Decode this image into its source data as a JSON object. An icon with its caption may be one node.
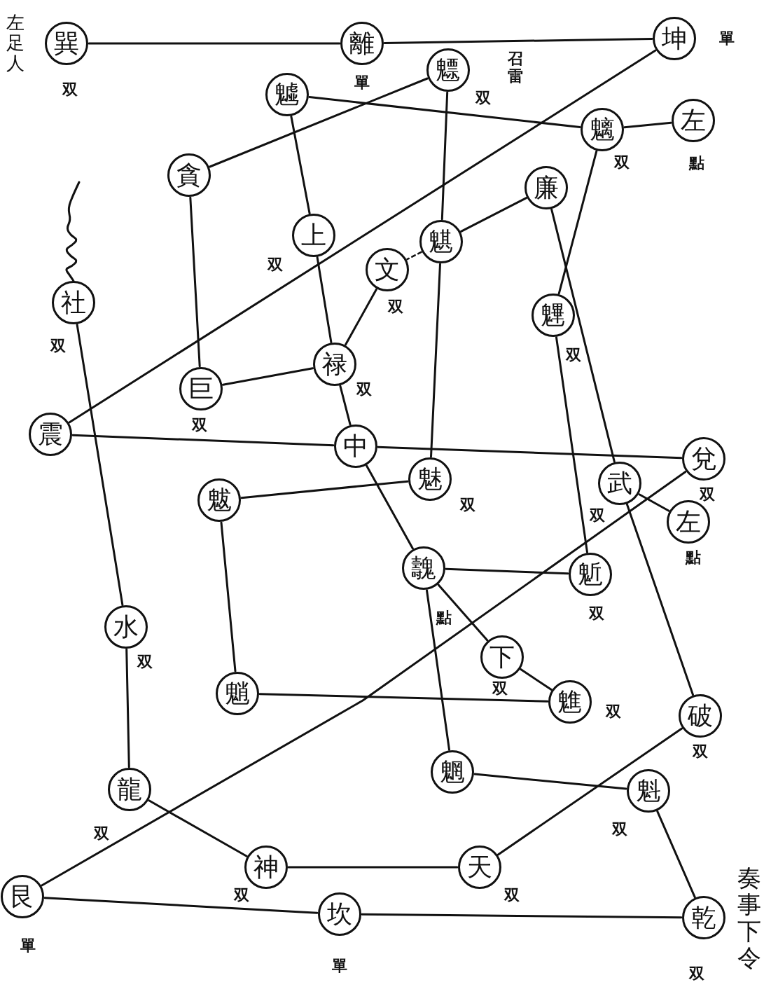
{
  "diagram": {
    "nodes": [
      {
        "text": [
          "巽"
        ],
        "beside": [
          "双"
        ]
      },
      {
        "text": [
          "離"
        ],
        "beside": [
          "單"
        ]
      },
      {
        "text": [
          "坤"
        ],
        "beside": [
          "單"
        ]
      },
      {
        "text": [
          "魖"
        ]
      },
      {
        "text": [
          "魒"
        ],
        "beside": [
          "召雷",
          "双"
        ]
      },
      {
        "text": [
          "魑"
        ],
        "beside": [
          "双"
        ]
      },
      {
        "text": [
          "左"
        ],
        "beside": [
          "點"
        ]
      },
      {
        "text": [
          "貪"
        ]
      },
      {
        "text": [
          "廉"
        ]
      },
      {
        "text": [
          "魌"
        ]
      },
      {
        "text": [
          "上"
        ],
        "beside": [
          "双"
        ]
      },
      {
        "text": [
          "文"
        ],
        "beside": [
          "双"
        ]
      },
      {
        "text": [
          "社"
        ],
        "beside": [
          "双"
        ]
      },
      {
        "text": [
          "魓"
        ],
        "beside": [
          "双"
        ]
      },
      {
        "text": [
          "禄"
        ],
        "beside": [
          "双"
        ]
      },
      {
        "text": [
          "巨"
        ],
        "beside": [
          "双"
        ]
      },
      {
        "text": [
          "震"
        ]
      },
      {
        "text": [
          "中"
        ]
      },
      {
        "text": [
          "兌"
        ],
        "beside": [
          "双"
        ]
      },
      {
        "text": [
          "魅"
        ],
        "beside": [
          "双"
        ]
      },
      {
        "text": [
          "武"
        ],
        "beside": [
          "双"
        ]
      },
      {
        "text": [
          "魃"
        ]
      },
      {
        "text": [
          "左"
        ],
        "beside": [
          "點"
        ]
      },
      {
        "text": [
          "魗"
        ],
        "beside": [
          "點"
        ]
      },
      {
        "text": [
          "鬿"
        ],
        "beside": [
          "双"
        ]
      },
      {
        "text": [
          "水"
        ],
        "beside": [
          "双"
        ]
      },
      {
        "text": [
          "下"
        ],
        "beside": [
          "双"
        ]
      },
      {
        "text": [
          "魈"
        ]
      },
      {
        "text": [
          "魋"
        ],
        "beside": [
          "双"
        ]
      },
      {
        "text": [
          "破"
        ],
        "beside": [
          "双"
        ]
      },
      {
        "text": [
          "魍"
        ]
      },
      {
        "text": [
          "魁"
        ],
        "beside": [
          "双"
        ]
      },
      {
        "text": [
          "龍"
        ],
        "beside": [
          "双"
        ]
      },
      {
        "text": [
          "神"
        ],
        "beside": [
          "双"
        ]
      },
      {
        "text": [
          "天"
        ],
        "beside": [
          "双"
        ]
      },
      {
        "text": [
          "艮"
        ],
        "beside": [
          "單"
        ]
      },
      {
        "text": [
          "坎"
        ],
        "beside": [
          "單"
        ]
      },
      {
        "text": [
          "乾"
        ],
        "beside": [
          "双"
        ]
      }
    ],
    "edges": [
      {
        "from": 0,
        "to": 1,
        "arrow": "none"
      },
      {
        "from": 1,
        "to": 2,
        "arrow": "none"
      },
      {
        "from": 2,
        "to": 16,
        "arrow": "none"
      },
      {
        "from": 3,
        "to": 5,
        "arrow": "none"
      },
      {
        "from": 5,
        "to": 6,
        "arrow": "none"
      },
      {
        "from": 4,
        "to": 7,
        "arrow": "none"
      },
      {
        "from": 4,
        "to": 9,
        "arrow": "none"
      },
      {
        "from": 3,
        "to": 10,
        "arrow": "none"
      },
      {
        "from": 7,
        "to": 15,
        "arrow": "none"
      },
      {
        "from": 8,
        "to": 9,
        "arrow": "none"
      },
      {
        "from": 9,
        "to": 11,
        "arrow": "none",
        "style": "dashed"
      },
      {
        "from": 9,
        "to": 19,
        "arrow": "none"
      },
      {
        "from": 5,
        "to": 13,
        "arrow": "none"
      },
      {
        "from": 8,
        "to": 20,
        "arrow": "none"
      },
      {
        "from": 10,
        "to": 14,
        "arrow": "none"
      },
      {
        "from": 11,
        "to": 14,
        "arrow": "none"
      },
      {
        "from": 14,
        "to": 15,
        "arrow": "none"
      },
      {
        "from": 14,
        "to": 17,
        "arrow": "none"
      },
      {
        "from": 16,
        "to": 17,
        "arrow": "none"
      },
      {
        "from": 17,
        "to": 18,
        "arrow": "none"
      },
      {
        "from": 13,
        "to": 24,
        "arrow": "none"
      },
      {
        "from": 19,
        "to": 21,
        "arrow": "none"
      },
      {
        "from": 17,
        "to": 23,
        "arrow": "none"
      },
      {
        "from": 20,
        "to": 22,
        "arrow": "none"
      },
      {
        "from": 20,
        "to": 29,
        "arrow": "none"
      },
      {
        "from": 18,
        "to": 35,
        "arrow": "none"
      },
      {
        "from": 21,
        "to": 27,
        "arrow": "none"
      },
      {
        "from": 23,
        "to": 24,
        "arrow": "none"
      },
      {
        "from": 23,
        "to": 26,
        "arrow": "none"
      },
      {
        "from": 23,
        "to": 30,
        "arrow": "none"
      },
      {
        "from": 26,
        "to": 28,
        "arrow": "none"
      },
      {
        "from": 27,
        "to": 28,
        "arrow": "none"
      },
      {
        "from": 12,
        "to": 25,
        "arrow": "none"
      },
      {
        "from": 25,
        "to": 32,
        "arrow": "none"
      },
      {
        "from": 32,
        "to": 33,
        "arrow": "none"
      },
      {
        "from": 33,
        "to": 34,
        "arrow": "none"
      },
      {
        "from": 34,
        "to": 29,
        "arrow": "none"
      },
      {
        "from": 30,
        "to": 31,
        "arrow": "none"
      },
      {
        "from": 31,
        "to": 37,
        "arrow": "none"
      },
      {
        "from": 35,
        "to": 36,
        "arrow": "none"
      },
      {
        "from": 36,
        "to": 37,
        "arrow": "none"
      },
      {
        "from": 12,
        "to": null,
        "arrow": "none"
      }
    ],
    "labels": [
      "左足人",
      "奏事下令"
    ]
  }
}
